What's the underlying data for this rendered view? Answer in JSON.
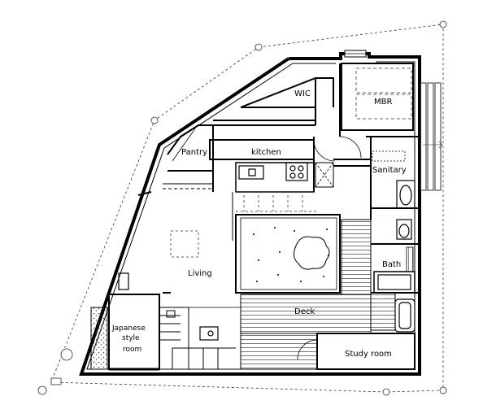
{
  "rooms": {
    "wic": "WIC",
    "mbr": "MBR",
    "pantry": "Pantry",
    "kitchen": "kitchen",
    "sanitary": "Sanitary",
    "living": "Living",
    "bath": "Bath",
    "deck": "Deck",
    "japanese_line1": "Japanese",
    "japanese_line2": "style",
    "japanese_line3": "room",
    "study": "Study room"
  }
}
